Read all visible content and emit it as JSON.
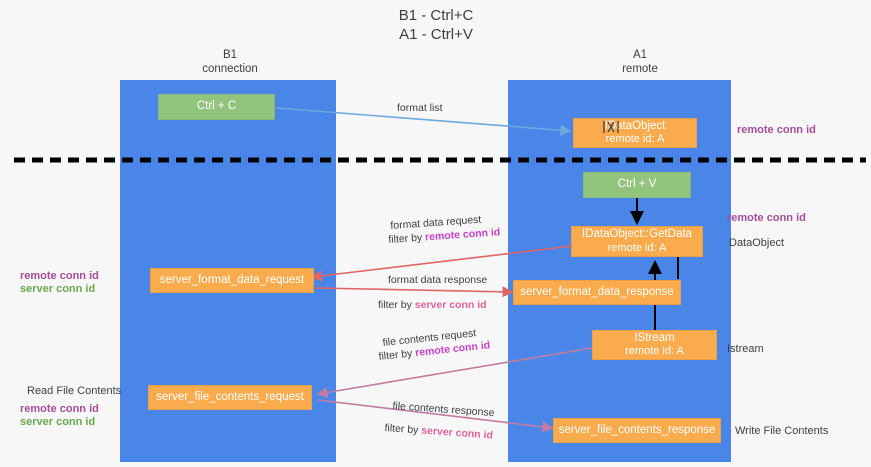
{
  "title": {
    "line1": "B1 - Ctrl+C",
    "line2": "A1 - Ctrl+V"
  },
  "columns": [
    {
      "name": "b1",
      "title": "B1",
      "subtitle": "connection"
    },
    {
      "name": "a1",
      "title": "A1",
      "subtitle": "remote"
    }
  ],
  "colors": {
    "lane": "#4a86e8",
    "node_green": "#93c47d",
    "node_orange": "#f9ab4e",
    "remote_conn_id": "#a64d9a",
    "server_conn_id": "#6aa84f",
    "arrow_blue": "#6fa8dc",
    "arrow_red": "#e06666",
    "arrow_purple": "#c27ba0",
    "arrow_black": "#000000",
    "divider": "#000000"
  },
  "nodes": [
    {
      "id": "ctrl-c",
      "label": "Ctrl + C",
      "sub": "",
      "style": "green"
    },
    {
      "id": "idataobject",
      "label": "IDataObject",
      "sub": "remote id: A",
      "style": "orange"
    },
    {
      "id": "ctrl-v",
      "label": "Ctrl + V",
      "sub": "",
      "style": "green"
    },
    {
      "id": "getdata",
      "label": "IDataObject::GetData",
      "sub": "remote id: A",
      "style": "orange"
    },
    {
      "id": "server-format-data-request",
      "label": "server_format_data_request",
      "sub": "",
      "style": "orange"
    },
    {
      "id": "server-format-data-response",
      "label": "server_format_data_response",
      "sub": "",
      "style": "orange"
    },
    {
      "id": "istream",
      "label": "IStream",
      "sub": "remote id: A",
      "style": "orange"
    },
    {
      "id": "server-file-contents-request",
      "label": "server_file_contents_request",
      "sub": "",
      "style": "orange"
    },
    {
      "id": "server-file-contents-response",
      "label": "server_file_contents_response",
      "sub": "",
      "style": "orange"
    }
  ],
  "edge_labels": {
    "format_list": "format list",
    "format_data_request": "format data request",
    "format_data_request_filter_prefix": "filter by ",
    "format_data_request_filter_key": "remote conn id",
    "format_data_response": "format data response",
    "format_data_response_filter_prefix": "filter by ",
    "format_data_response_filter_key": "server conn id",
    "file_contents_request": "file contents request",
    "file_contents_request_filter_prefix": "filter by ",
    "file_contents_request_filter_key": "remote conn id",
    "file_contents_response": "file contents response",
    "file_contents_response_filter_prefix": "filter by ",
    "file_contents_response_filter_key": "server conn id"
  },
  "annotations": {
    "right_remote_conn_id_top": "remote conn id",
    "right_remote_conn_id_mid": "remote conn id",
    "right_dataobject": "DataObject",
    "right_istream": "Istream",
    "right_write_file_contents": "Write File Contents",
    "left_remote_conn_id": "remote conn id",
    "left_server_conn_id": "server conn id",
    "left_read_file_contents": "Read File Contents",
    "left_remote_conn_id_2": "remote conn id",
    "left_server_conn_id_2": "server conn id"
  }
}
